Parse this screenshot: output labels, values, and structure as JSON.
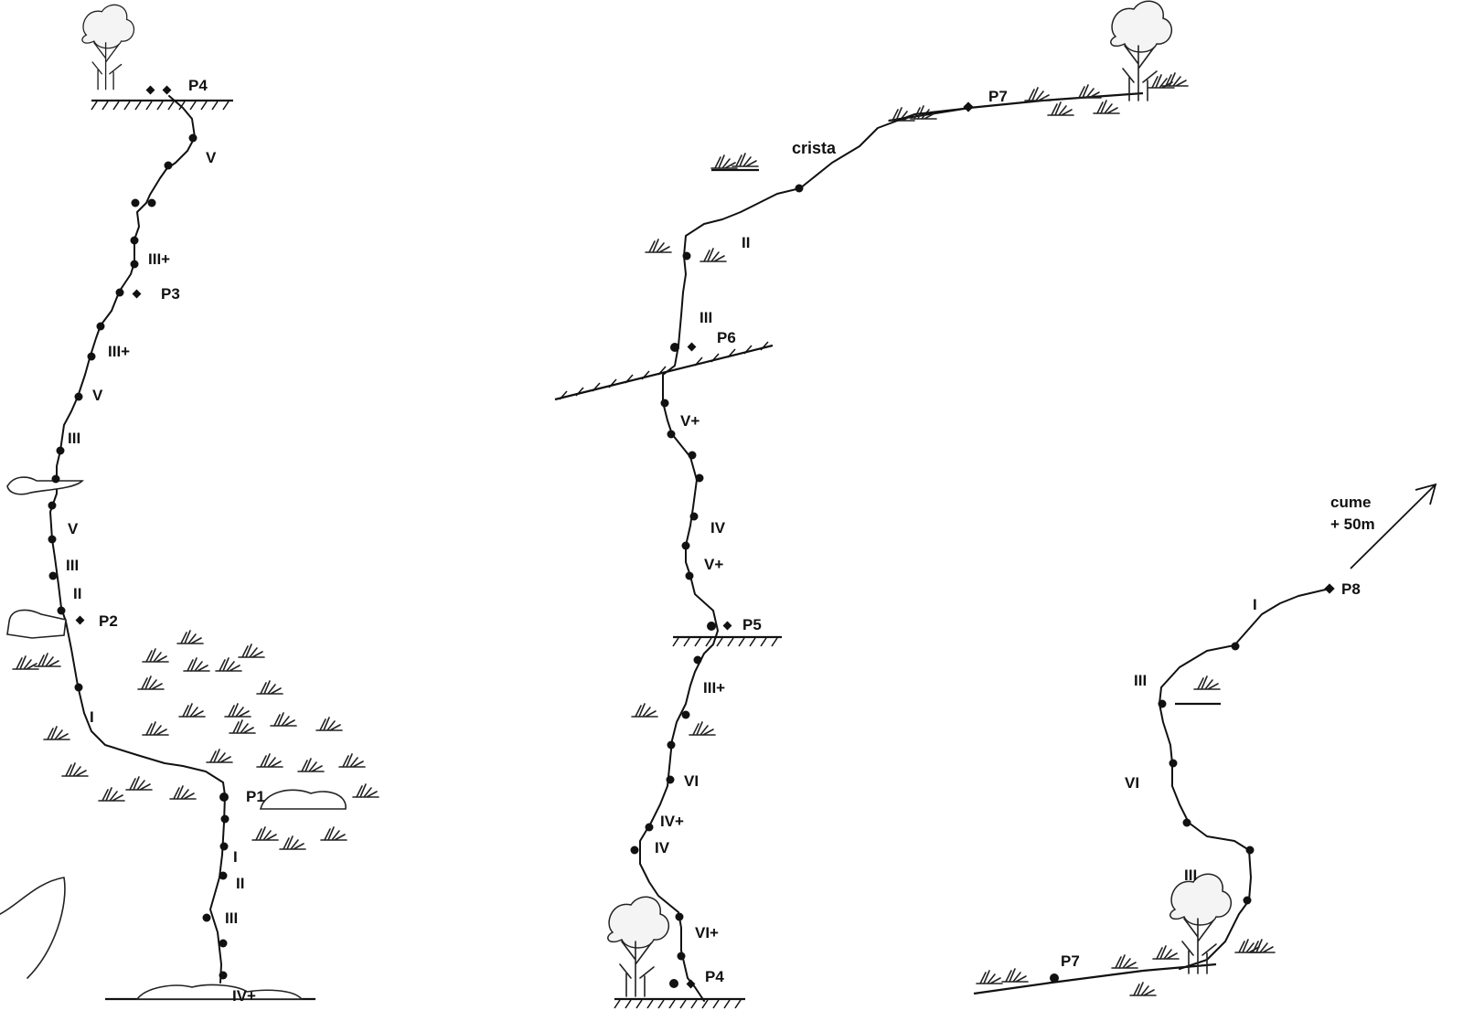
{
  "sections": {
    "left": {
      "belays": [
        "P4",
        "P3",
        "P2",
        "P1"
      ],
      "grades": [
        "V",
        "III+",
        "III+",
        "V",
        "III",
        "V",
        "III",
        "II",
        "I",
        "I",
        "II",
        "III",
        "IV+"
      ]
    },
    "middle": {
      "belays": [
        "P7",
        "P6",
        "P5",
        "P4"
      ],
      "terrain": "crista",
      "grades": [
        "II",
        "III",
        "V+",
        "IV",
        "V+",
        "III+",
        "VI",
        "IV+",
        "IV",
        "VI+"
      ]
    },
    "right": {
      "belays": [
        "P8",
        "P7"
      ],
      "summit_line1": "cume",
      "summit_line2": "+ 50m",
      "grades": [
        "I",
        "III",
        "VI",
        "III"
      ]
    }
  }
}
